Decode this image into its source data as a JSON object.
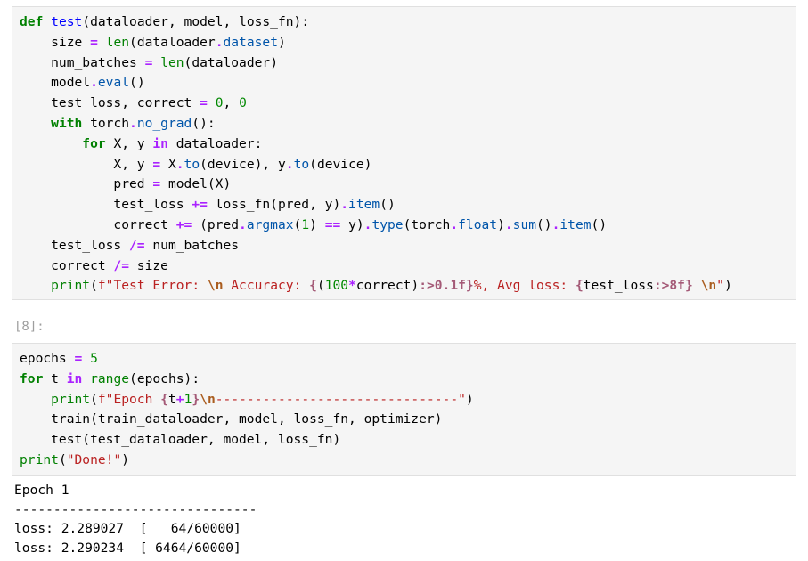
{
  "cell1": {
    "lines": [
      [
        {
          "t": "def",
          "c": "k"
        },
        {
          "t": " "
        },
        {
          "t": "test",
          "c": "fn"
        },
        {
          "t": "(dataloader, model, loss_fn):"
        }
      ],
      [
        {
          "t": "    size "
        },
        {
          "t": "=",
          "c": "o"
        },
        {
          "t": " "
        },
        {
          "t": "len",
          "c": "nb"
        },
        {
          "t": "(dataloader"
        },
        {
          "t": ".",
          "c": "o"
        },
        {
          "t": "dataset",
          "c": "at"
        },
        {
          "t": ")"
        }
      ],
      [
        {
          "t": "    num_batches "
        },
        {
          "t": "=",
          "c": "o"
        },
        {
          "t": " "
        },
        {
          "t": "len",
          "c": "nb"
        },
        {
          "t": "(dataloader)"
        }
      ],
      [
        {
          "t": "    model"
        },
        {
          "t": ".",
          "c": "o"
        },
        {
          "t": "eval",
          "c": "at"
        },
        {
          "t": "()"
        }
      ],
      [
        {
          "t": "    test_loss, correct "
        },
        {
          "t": "=",
          "c": "o"
        },
        {
          "t": " "
        },
        {
          "t": "0",
          "c": "m"
        },
        {
          "t": ", "
        },
        {
          "t": "0",
          "c": "m"
        }
      ],
      [
        {
          "t": "    "
        },
        {
          "t": "with",
          "c": "k"
        },
        {
          "t": " torch"
        },
        {
          "t": ".",
          "c": "o"
        },
        {
          "t": "no_grad",
          "c": "at"
        },
        {
          "t": "():"
        }
      ],
      [
        {
          "t": "        "
        },
        {
          "t": "for",
          "c": "k"
        },
        {
          "t": " X, y "
        },
        {
          "t": "in",
          "c": "o"
        },
        {
          "t": " dataloader:"
        }
      ],
      [
        {
          "t": "            X, y "
        },
        {
          "t": "=",
          "c": "o"
        },
        {
          "t": " X"
        },
        {
          "t": ".",
          "c": "o"
        },
        {
          "t": "to",
          "c": "at"
        },
        {
          "t": "(device), y"
        },
        {
          "t": ".",
          "c": "o"
        },
        {
          "t": "to",
          "c": "at"
        },
        {
          "t": "(device)"
        }
      ],
      [
        {
          "t": "            pred "
        },
        {
          "t": "=",
          "c": "o"
        },
        {
          "t": " model(X)"
        }
      ],
      [
        {
          "t": "            test_loss "
        },
        {
          "t": "+=",
          "c": "o"
        },
        {
          "t": " loss_fn(pred, y)"
        },
        {
          "t": ".",
          "c": "o"
        },
        {
          "t": "item",
          "c": "at"
        },
        {
          "t": "()"
        }
      ],
      [
        {
          "t": "            correct "
        },
        {
          "t": "+=",
          "c": "o"
        },
        {
          "t": " (pred"
        },
        {
          "t": ".",
          "c": "o"
        },
        {
          "t": "argmax",
          "c": "at"
        },
        {
          "t": "("
        },
        {
          "t": "1",
          "c": "m"
        },
        {
          "t": ") "
        },
        {
          "t": "==",
          "c": "o"
        },
        {
          "t": " y)"
        },
        {
          "t": ".",
          "c": "o"
        },
        {
          "t": "type",
          "c": "at"
        },
        {
          "t": "(torch"
        },
        {
          "t": ".",
          "c": "o"
        },
        {
          "t": "float",
          "c": "at"
        },
        {
          "t": ")"
        },
        {
          "t": ".",
          "c": "o"
        },
        {
          "t": "sum",
          "c": "at"
        },
        {
          "t": "()"
        },
        {
          "t": ".",
          "c": "o"
        },
        {
          "t": "item",
          "c": "at"
        },
        {
          "t": "()"
        }
      ],
      [
        {
          "t": "    test_loss "
        },
        {
          "t": "/=",
          "c": "o"
        },
        {
          "t": " num_batches"
        }
      ],
      [
        {
          "t": "    correct "
        },
        {
          "t": "/=",
          "c": "o"
        },
        {
          "t": " size"
        }
      ],
      [
        {
          "t": "    "
        },
        {
          "t": "print",
          "c": "nb"
        },
        {
          "t": "("
        },
        {
          "t": "f\"Test Error: ",
          "c": "s"
        },
        {
          "t": "\\n",
          "c": "se"
        },
        {
          "t": " Accuracy: ",
          "c": "s"
        },
        {
          "t": "{",
          "c": "si"
        },
        {
          "t": "("
        },
        {
          "t": "100",
          "c": "m"
        },
        {
          "t": "*",
          "c": "o"
        },
        {
          "t": "correct)"
        },
        {
          "t": ":>0.1f",
          "c": "si"
        },
        {
          "t": "}",
          "c": "si"
        },
        {
          "t": "%, Avg loss: ",
          "c": "s"
        },
        {
          "t": "{",
          "c": "si"
        },
        {
          "t": "test_loss"
        },
        {
          "t": ":>8f",
          "c": "si"
        },
        {
          "t": "}",
          "c": "si"
        },
        {
          "t": " ",
          "c": "s"
        },
        {
          "t": "\\n",
          "c": "se"
        },
        {
          "t": "\"",
          "c": "s"
        },
        {
          "t": ")"
        }
      ]
    ]
  },
  "prompt2": "[8]:",
  "cell2": {
    "lines": [
      [
        {
          "t": "epochs "
        },
        {
          "t": "=",
          "c": "o"
        },
        {
          "t": " "
        },
        {
          "t": "5",
          "c": "m"
        }
      ],
      [
        {
          "t": "for",
          "c": "k"
        },
        {
          "t": " t "
        },
        {
          "t": "in",
          "c": "o"
        },
        {
          "t": " "
        },
        {
          "t": "range",
          "c": "nb"
        },
        {
          "t": "(epochs):"
        }
      ],
      [
        {
          "t": "    "
        },
        {
          "t": "print",
          "c": "nb"
        },
        {
          "t": "("
        },
        {
          "t": "f\"Epoch ",
          "c": "s"
        },
        {
          "t": "{",
          "c": "si"
        },
        {
          "t": "t"
        },
        {
          "t": "+",
          "c": "o"
        },
        {
          "t": "1",
          "c": "m"
        },
        {
          "t": "}",
          "c": "si"
        },
        {
          "t": "\\n",
          "c": "se"
        },
        {
          "t": "-------------------------------\"",
          "c": "s"
        },
        {
          "t": ")"
        }
      ],
      [
        {
          "t": "    train(train_dataloader, model, loss_fn, optimizer)"
        }
      ],
      [
        {
          "t": "    test(test_dataloader, model, loss_fn)"
        }
      ],
      [
        {
          "t": "print",
          "c": "nb"
        },
        {
          "t": "("
        },
        {
          "t": "\"Done!\"",
          "c": "s"
        },
        {
          "t": ")"
        }
      ]
    ]
  },
  "output": {
    "lines": [
      "Epoch 1",
      "-------------------------------",
      "loss: 2.289027  [   64/60000]",
      "loss: 2.290234  [ 6464/60000]"
    ]
  },
  "colors": {
    "keyword": "#008000",
    "operator": "#aa22ff",
    "builtin": "#008000",
    "function": "#0000ff",
    "attribute": "#0055aa",
    "number": "#008800",
    "string": "#ba2121",
    "cell_background": "#f5f5f5",
    "prompt": "#9e9e9e"
  }
}
